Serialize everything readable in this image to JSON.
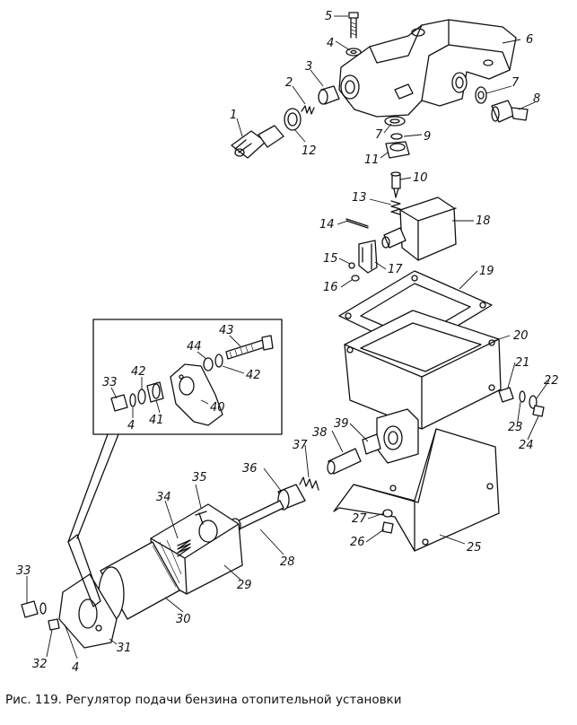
{
  "figure": {
    "caption": "Рис. 119. Регулятор подачи бензина отопительной установки"
  },
  "callouts": [
    {
      "id": "1",
      "text": "1"
    },
    {
      "id": "2",
      "text": "2"
    },
    {
      "id": "3",
      "text": "3"
    },
    {
      "id": "4a",
      "text": "4"
    },
    {
      "id": "4b",
      "text": "4"
    },
    {
      "id": "4c",
      "text": "4"
    },
    {
      "id": "5",
      "text": "5"
    },
    {
      "id": "6",
      "text": "6"
    },
    {
      "id": "7a",
      "text": "7"
    },
    {
      "id": "7b",
      "text": "7"
    },
    {
      "id": "8",
      "text": "8"
    },
    {
      "id": "9",
      "text": "9"
    },
    {
      "id": "10",
      "text": "10"
    },
    {
      "id": "11",
      "text": "11"
    },
    {
      "id": "12",
      "text": "12"
    },
    {
      "id": "13",
      "text": "13"
    },
    {
      "id": "14",
      "text": "14"
    },
    {
      "id": "15",
      "text": "15"
    },
    {
      "id": "16",
      "text": "16"
    },
    {
      "id": "17",
      "text": "17"
    },
    {
      "id": "18",
      "text": "18"
    },
    {
      "id": "19",
      "text": "19"
    },
    {
      "id": "20",
      "text": "20"
    },
    {
      "id": "21",
      "text": "21"
    },
    {
      "id": "22",
      "text": "22"
    },
    {
      "id": "23",
      "text": "23"
    },
    {
      "id": "24",
      "text": "24"
    },
    {
      "id": "25",
      "text": "25"
    },
    {
      "id": "26",
      "text": "26"
    },
    {
      "id": "27",
      "text": "27"
    },
    {
      "id": "28",
      "text": "28"
    },
    {
      "id": "29",
      "text": "29"
    },
    {
      "id": "30",
      "text": "30"
    },
    {
      "id": "31",
      "text": "31"
    },
    {
      "id": "32",
      "text": "32"
    },
    {
      "id": "33a",
      "text": "33"
    },
    {
      "id": "33b",
      "text": "33"
    },
    {
      "id": "34",
      "text": "34"
    },
    {
      "id": "35",
      "text": "35"
    },
    {
      "id": "36",
      "text": "36"
    },
    {
      "id": "37",
      "text": "37"
    },
    {
      "id": "38",
      "text": "38"
    },
    {
      "id": "39",
      "text": "39"
    },
    {
      "id": "40",
      "text": "40"
    },
    {
      "id": "41",
      "text": "41"
    },
    {
      "id": "42a",
      "text": "42"
    },
    {
      "id": "42b",
      "text": "42"
    },
    {
      "id": "43",
      "text": "43"
    },
    {
      "id": "44",
      "text": "44"
    }
  ]
}
